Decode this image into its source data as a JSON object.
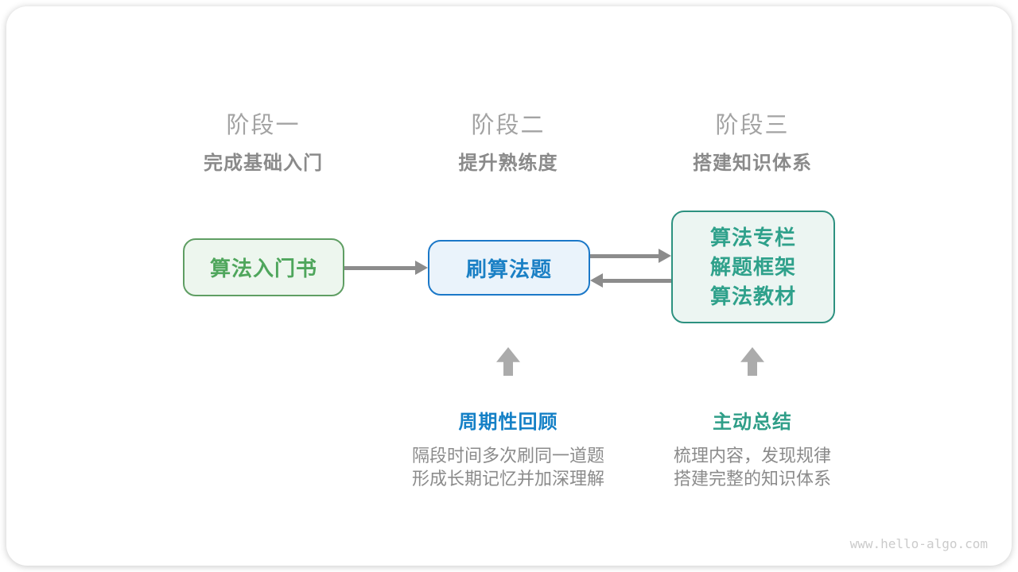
{
  "stages": [
    {
      "title": "阶段一",
      "subtitle": "完成基础入门"
    },
    {
      "title": "阶段二",
      "subtitle": "提升熟练度"
    },
    {
      "title": "阶段三",
      "subtitle": "搭建知识体系"
    }
  ],
  "boxes": {
    "intro_book": {
      "label": "算法入门书"
    },
    "practice": {
      "label": "刷算法题"
    },
    "resources": {
      "lines": [
        "算法专栏",
        "解题框架",
        "算法教材"
      ]
    }
  },
  "annotations": [
    {
      "label": "周期性回顾",
      "desc_line1": "隔段时间多次刷同一道题",
      "desc_line2": "形成长期记忆并加深理解"
    },
    {
      "label": "主动总结",
      "desc_line1": "梳理内容，发现规律",
      "desc_line2": "搭建完整的知识体系"
    }
  ],
  "watermark": "www.hello-algo.com",
  "colors": {
    "stage_title": "#a3a3a3",
    "stage_subtitle": "#8a8a8a",
    "green_text": "#4fa65c",
    "green_border": "#5f9e63",
    "green_bg": "#edf6ee",
    "blue_text": "#1b80c5",
    "blue_border": "#1b78c8",
    "blue_bg": "#eaf3fb",
    "teal_text": "#2fa18b",
    "teal_border": "#2d9180",
    "teal_bg": "#ecf5f2",
    "arrow_gray": "#8c8c8c",
    "up_arrow_gray": "#ababab",
    "label_blue": "#1480c6",
    "label_teal": "#2f9e88",
    "desc_gray": "#8b8b8b",
    "watermark_gray": "#cbcbcb"
  }
}
